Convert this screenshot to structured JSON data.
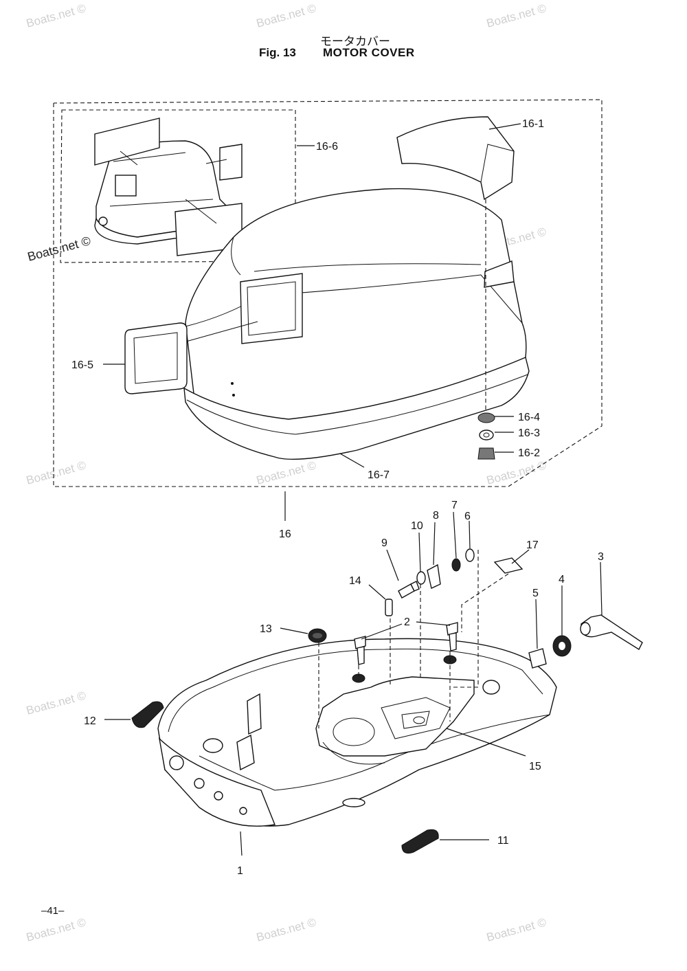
{
  "header": {
    "title_jp": "モータカバー",
    "fig_label": "Fig. 13",
    "fig_title": "MOTOR COVER"
  },
  "watermark": "Boats.net ©",
  "callouts": {
    "c16_1": "16-1",
    "c16_2": "16-2",
    "c16_3": "16-3",
    "c16_4": "16-4",
    "c16_5": "16-5",
    "c16_6": "16-6",
    "c16_7": "16-7",
    "c16": "16",
    "c1": "1",
    "c2": "2",
    "c3": "3",
    "c4": "4",
    "c5": "5",
    "c6": "6",
    "c7": "7",
    "c8": "8",
    "c9": "9",
    "c10": "10",
    "c11": "11",
    "c12": "12",
    "c13": "13",
    "c14": "14",
    "c15": "15",
    "c17": "17"
  },
  "footer": {
    "page_number": "–41–"
  }
}
